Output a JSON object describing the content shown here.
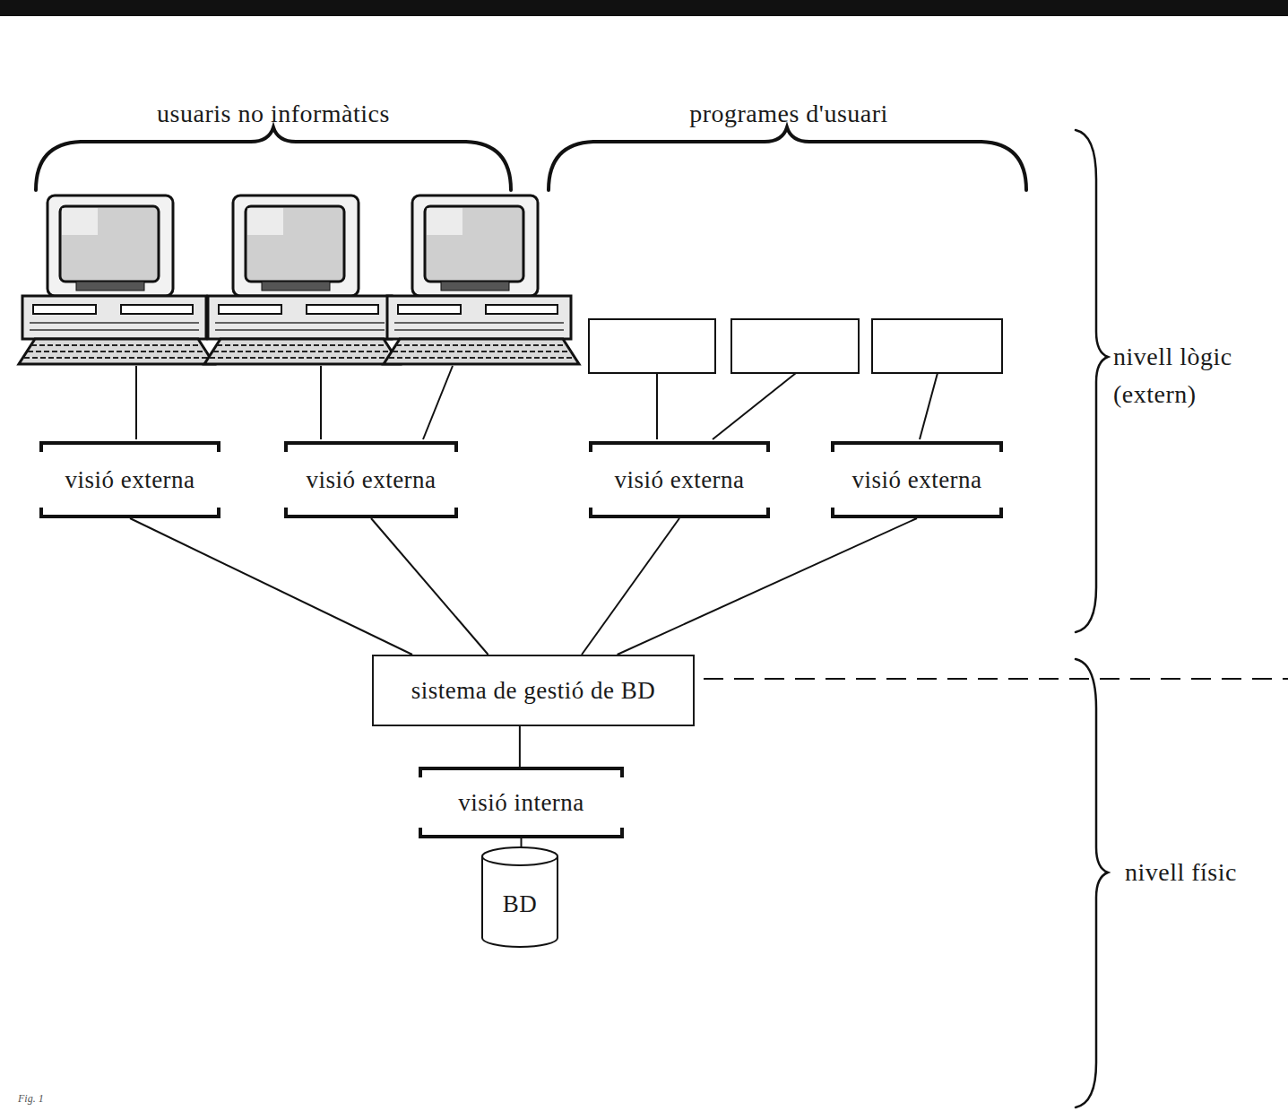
{
  "diagram": {
    "caption": "Fig. 1",
    "nodes": [
      {
        "text": [
          "visió externa"
        ]
      },
      {
        "text": [
          "visió externa"
        ]
      },
      {
        "text": [
          "visió externa"
        ]
      },
      {
        "text": [
          "visió externa"
        ]
      },
      {
        "text": [
          "sistema de gestió de BD"
        ]
      },
      {
        "text": [
          "visió interna"
        ]
      },
      {
        "text": [
          "BD"
        ]
      }
    ],
    "edges": [
      {
        "from": 0,
        "to": 4,
        "arrow": "none"
      },
      {
        "from": 1,
        "to": 4,
        "arrow": "none"
      },
      {
        "from": 2,
        "to": 4,
        "arrow": "none"
      },
      {
        "from": 3,
        "to": 4,
        "arrow": "none"
      },
      {
        "from": 4,
        "to": 5,
        "arrow": "none"
      },
      {
        "from": 5,
        "to": 6,
        "arrow": "none"
      }
    ],
    "labels": [
      "usuaris no informàtics",
      "programes d'usuari",
      "nivell lògic (extern)",
      "nivell físic"
    ]
  }
}
